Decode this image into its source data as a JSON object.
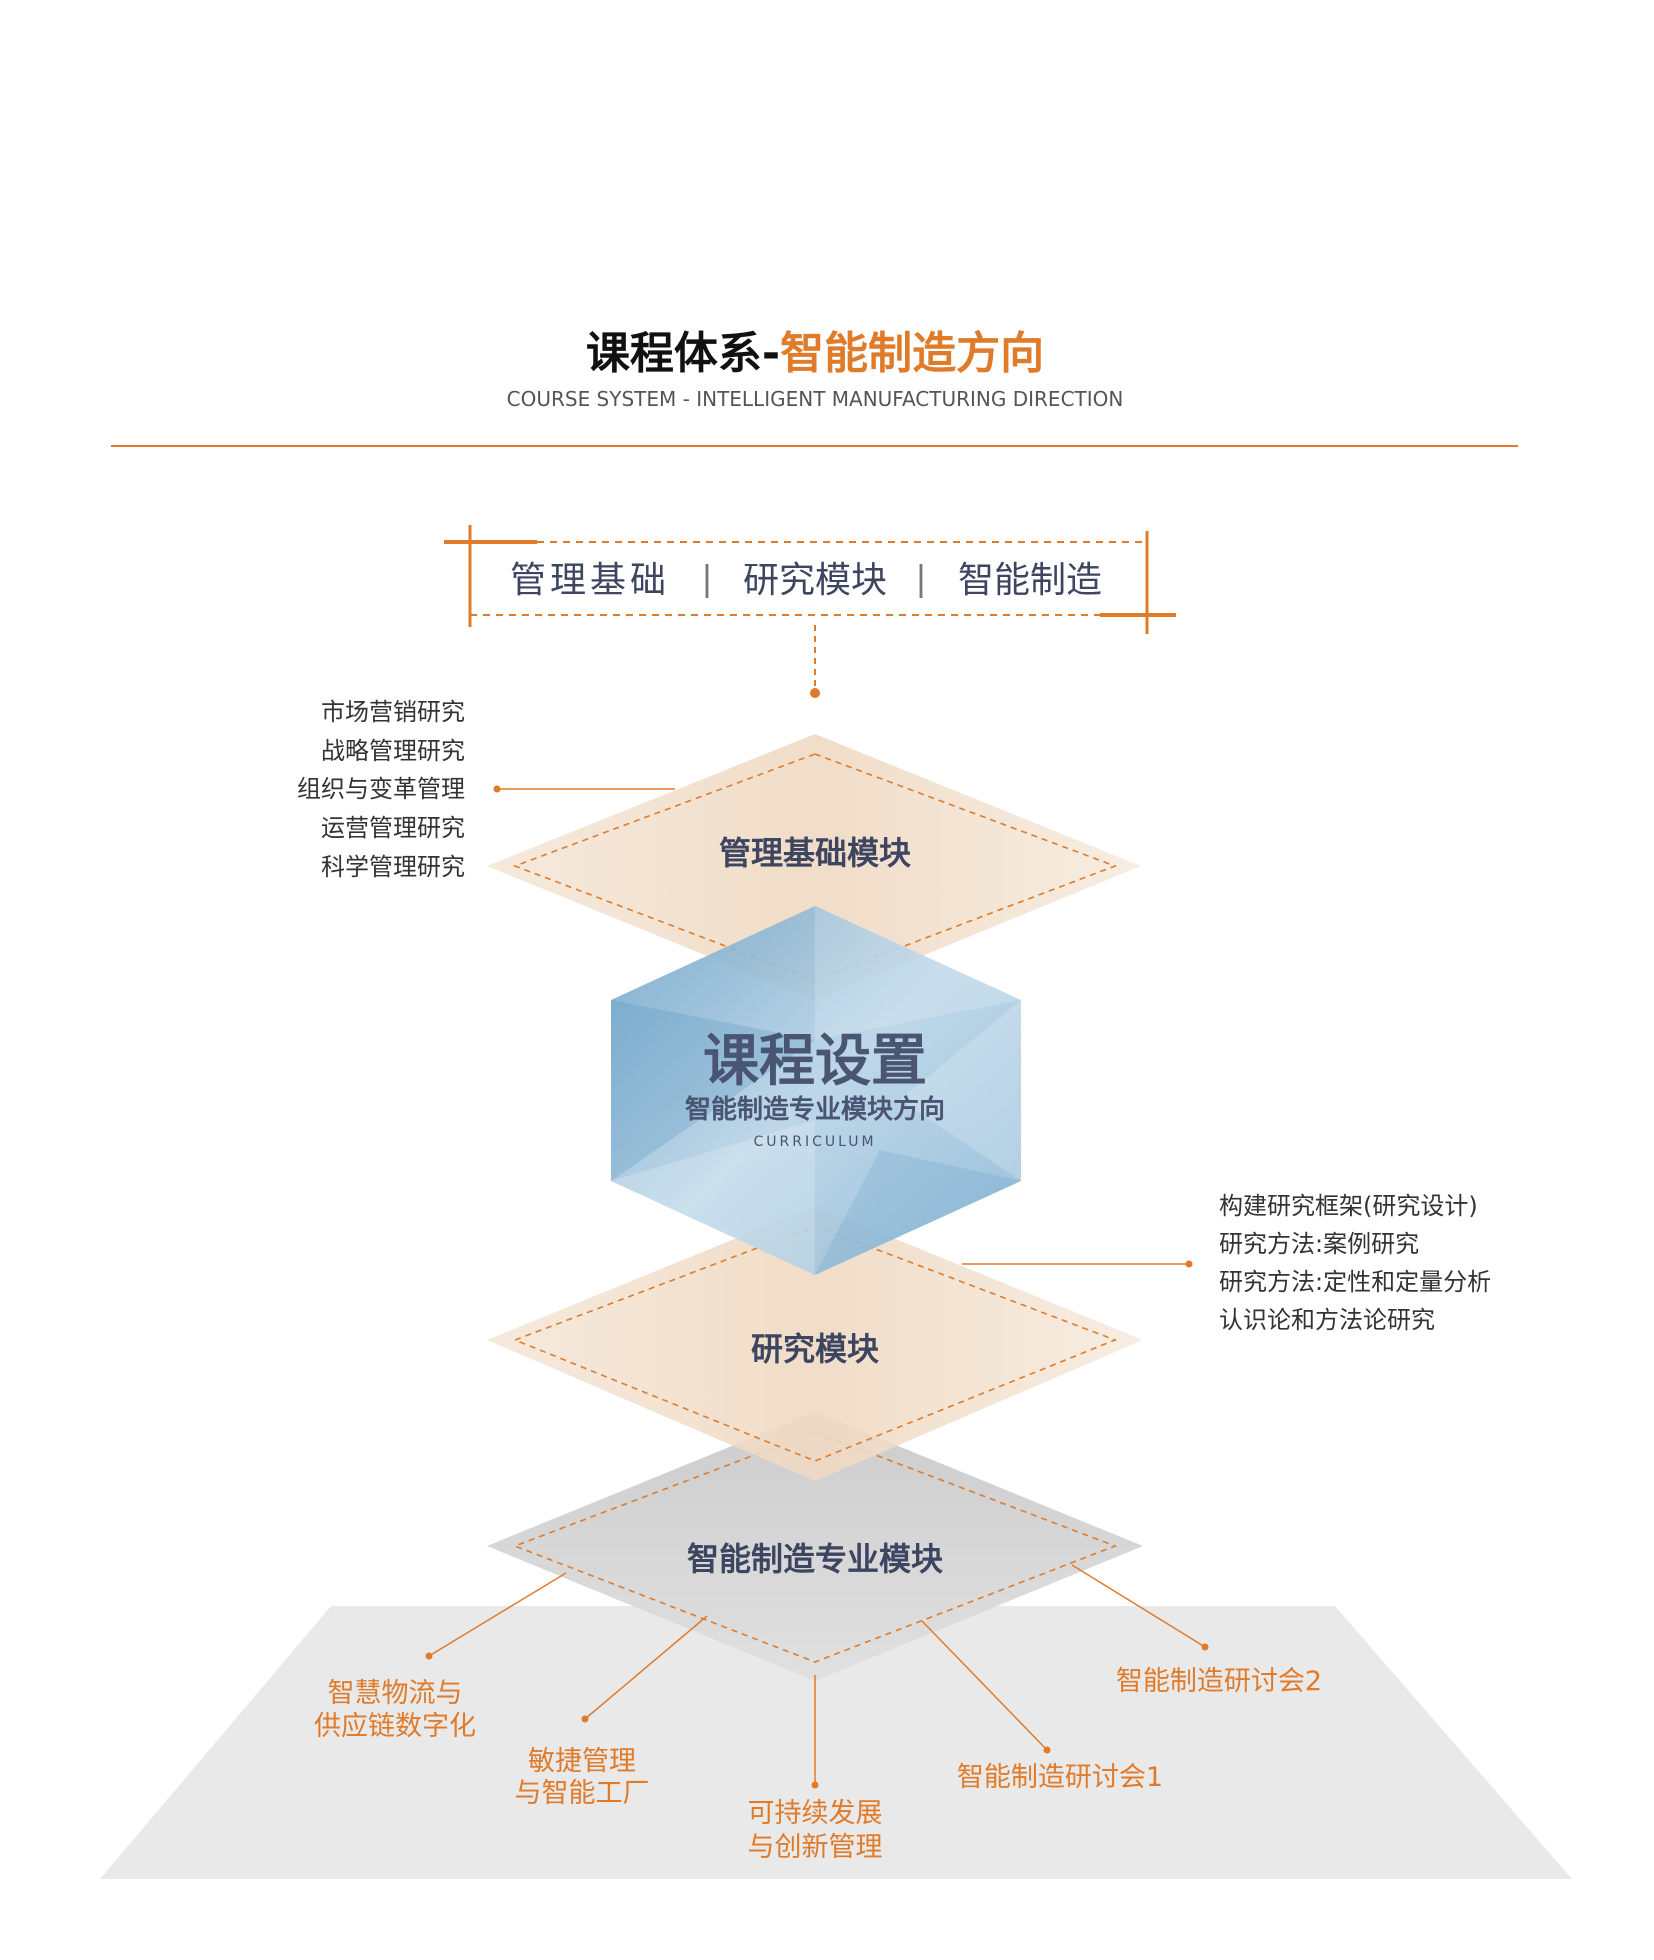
{
  "header": {
    "title_black": "课程体系-",
    "title_orange": "智能制造方向",
    "subtitle": "COURSE SYSTEM - INTELLIGENT MANUFACTURING DIRECTION"
  },
  "banner": {
    "items": [
      "管理基础",
      "研究模块",
      "智能制造"
    ],
    "separator": "|"
  },
  "modules": {
    "management": "管理基础模块",
    "research": "研究模块",
    "specialty": "智能制造专业模块"
  },
  "center": {
    "title": "课程设置",
    "subtitle": "智能制造专业模块方向",
    "english": "CURRICULUM"
  },
  "management_courses": [
    "市场营销研究",
    "战略管理研究",
    "组织与变革管理",
    "运营管理研究",
    "科学管理研究"
  ],
  "research_courses": [
    "构建研究框架(研究设计)",
    "研究方法:案例研究",
    "研究方法:定性和定量分析",
    "认识论和方法论研究"
  ],
  "specialty_courses": [
    {
      "line1": "智慧物流与",
      "line2": "供应链数字化"
    },
    {
      "line1": "敏捷管理",
      "line2": "与智能工厂"
    },
    {
      "line1": "可持续发展",
      "line2": "与创新管理"
    },
    {
      "line1": "智能制造研讨会1"
    },
    {
      "line1": "智能制造研讨会2"
    }
  ],
  "colors": {
    "accent": "#e07b2a",
    "text_dark": "#3d4560",
    "diamond": "#f3e0cc",
    "gray": "#d9d9d9",
    "floor": "#e9e9e9"
  }
}
